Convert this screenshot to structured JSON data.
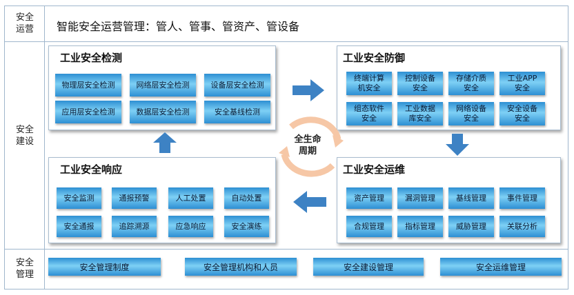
{
  "rows": {
    "ops_label": "安全\n运营",
    "ops_headline": "智能安全运营管理：管人、管事、管资产、管设备",
    "build_label": "安全\n建设",
    "mgmt_label": "安全\n管理"
  },
  "sections": {
    "detect": {
      "title": "工业安全检测",
      "items": [
        "物理层安全检测",
        "网络层安全检测",
        "设备层安全检测",
        "应用层安全检测",
        "数据层安全检测",
        "安全基线检测"
      ]
    },
    "defend": {
      "title": "工业安全防御",
      "items": [
        "终端计算\n机安全",
        "控制设备\n安全",
        "存储介质\n安全",
        "工业APP\n安全",
        "组态软件\n安全",
        "工业数据\n库安全",
        "网络设备\n安全",
        "安全设备\n安全"
      ]
    },
    "respond": {
      "title": "工业安全响应",
      "items": [
        "安全监测",
        "通报预警",
        "人工处置",
        "自动处置",
        "安全通报",
        "追踪溯源",
        "应急响应",
        "安全演练"
      ]
    },
    "operate": {
      "title": "工业安全运维",
      "items": [
        "资产管理",
        "漏洞管理",
        "基线管理",
        "事件管理",
        "合规管理",
        "指标管理",
        "威胁管理",
        "关联分析"
      ]
    }
  },
  "cycle": {
    "label": "全生命\n周期"
  },
  "management": {
    "bars": [
      "安全管理制度",
      "安全管理机构和人员",
      "安全建设管理",
      "安全运维管理"
    ]
  },
  "colors": {
    "tile_dark": "#2d8fd3",
    "tile_light": "#7ed0f5",
    "arrow_blue": "#3d82c4",
    "cycle_orange": "#f6c7a6",
    "border": "#9fb6cc"
  }
}
